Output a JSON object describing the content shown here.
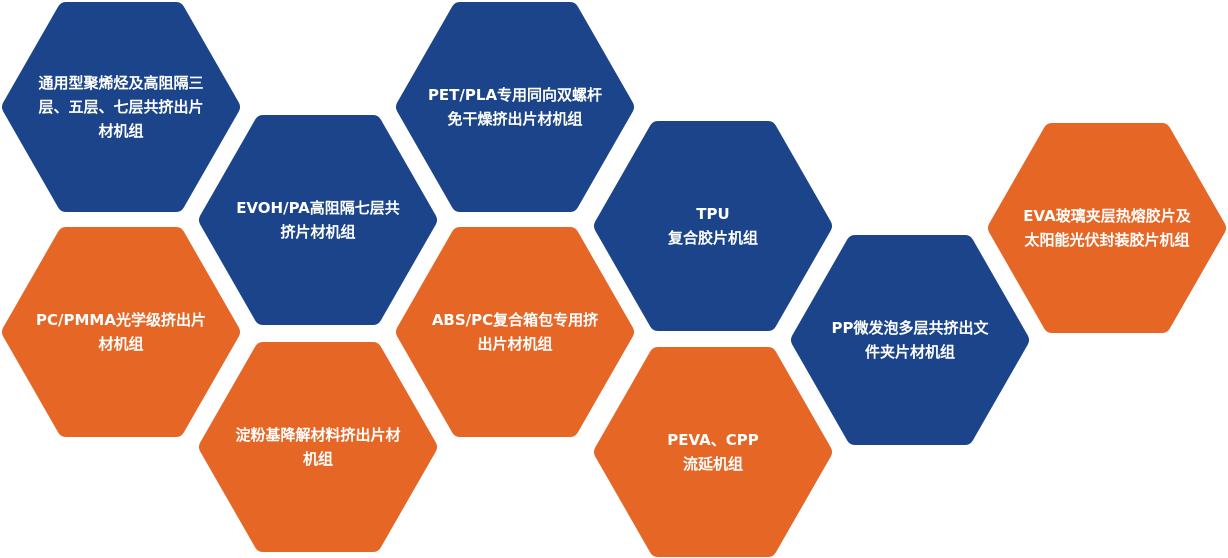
{
  "colors": {
    "blue": "#1b448a",
    "orange": "#e66626"
  },
  "hexagons": [
    {
      "color": "blue",
      "lines": [
        "通用型聚烯烃及高阻隔三",
        "层、五层、七层共挤出片",
        "材机组"
      ]
    },
    {
      "color": "blue",
      "lines": [
        "EVOH/PA高阻隔七层共",
        "挤片材机组"
      ]
    },
    {
      "color": "orange",
      "lines": [
        "PC/PMMA光学级挤出片",
        "材机组"
      ]
    },
    {
      "color": "orange",
      "lines": [
        "淀粉基降解材料挤出片材",
        "机组"
      ]
    },
    {
      "color": "blue",
      "lines": [
        "PET/PLA专用同向双螺杆",
        "免干燥挤出片材机组"
      ]
    },
    {
      "color": "orange",
      "lines": [
        "ABS/PC复合箱包专用挤",
        "出片材机组"
      ]
    },
    {
      "color": "blue",
      "lines": [
        "TPU",
        "复合胶片机组"
      ]
    },
    {
      "color": "orange",
      "lines": [
        "PEVA、CPP",
        "流延机组"
      ]
    },
    {
      "color": "blue",
      "lines": [
        "PP微发泡多层共挤出文",
        "件夹片材机组"
      ]
    },
    {
      "color": "orange",
      "lines": [
        "EVA玻璃夹层热熔胶片及",
        "太阳能光伏封装胶片机组"
      ]
    }
  ]
}
